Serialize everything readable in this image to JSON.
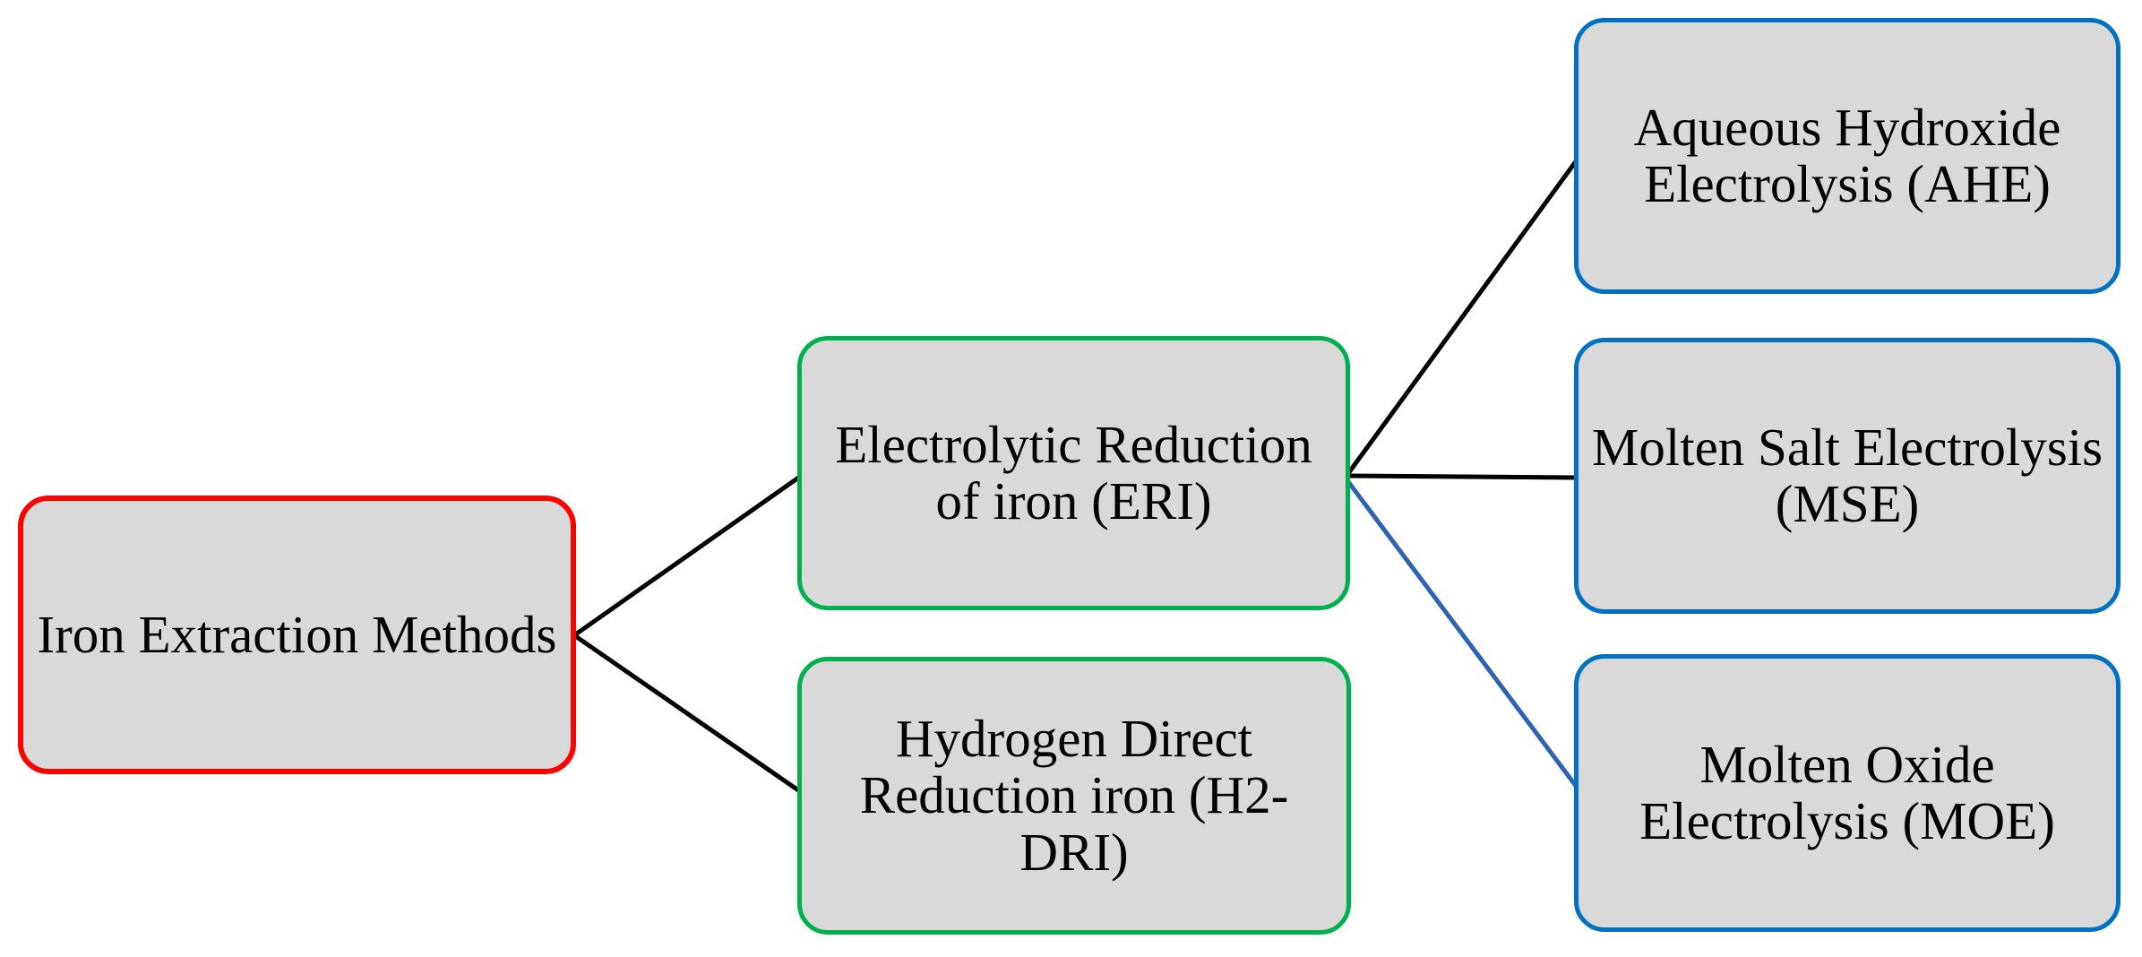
{
  "diagram": {
    "type": "hierarchy-flowchart",
    "description": "Iron extraction methods tree diagram"
  },
  "colors": {
    "box_fill": "#d9d9d9",
    "root_border": "#ff0000",
    "level2_border": "#00b050",
    "level3_border": "#0070c0",
    "edge_black": "#000000",
    "edge_blue": "#2e64ae",
    "text": "#000000",
    "background": "#ffffff"
  },
  "nodes": [
    {
      "id": "root",
      "label": "Iron Extraction Methods",
      "lines": [
        "Iron Extraction Methods"
      ],
      "border_color": "#ff0000"
    },
    {
      "id": "eri",
      "label": "Electrolytic Reduction of iron (ERI)",
      "lines": [
        "Electrolytic Reduction",
        "of iron (ERI)"
      ],
      "border_color": "#00b050"
    },
    {
      "id": "h2dri",
      "label": "Hydrogen Direct Reduction iron (H2-DRI)",
      "lines": [
        "Hydrogen Direct",
        "Reduction iron (H2-",
        "DRI)"
      ],
      "border_color": "#00b050"
    },
    {
      "id": "ahe",
      "label": "Aqueous Hydroxide Electrolysis (AHE)",
      "lines": [
        "Aqueous Hydroxide",
        "Electrolysis (AHE)"
      ],
      "border_color": "#0070c0"
    },
    {
      "id": "mse",
      "label": "Molten Salt Electrolysis (MSE)",
      "lines": [
        "Molten Salt Electrolysis",
        "(MSE)"
      ],
      "border_color": "#0070c0"
    },
    {
      "id": "moe",
      "label": "Molten Oxide Electrolysis (MOE)",
      "lines": [
        "Molten Oxide",
        "Electrolysis (MOE)"
      ],
      "border_color": "#0070c0"
    }
  ],
  "edges": [
    {
      "from": "root",
      "to": "eri",
      "color": "#000000",
      "width": 5
    },
    {
      "from": "root",
      "to": "h2dri",
      "color": "#000000",
      "width": 5
    },
    {
      "from": "eri",
      "to": "ahe",
      "color": "#000000",
      "width": 5
    },
    {
      "from": "eri",
      "to": "mse",
      "color": "#000000",
      "width": 5
    },
    {
      "from": "eri",
      "to": "moe",
      "color": "#2e64ae",
      "width": 5
    }
  ]
}
